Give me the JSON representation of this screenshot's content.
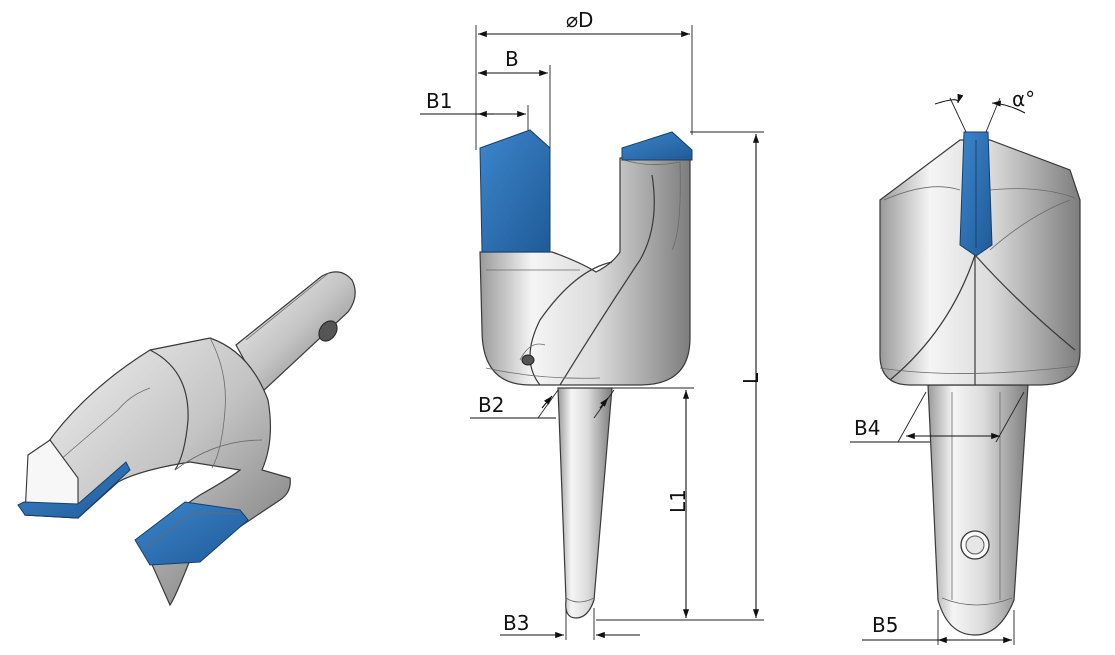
{
  "colors": {
    "carbide_insert": "#2a6fb3",
    "carbide_insert_dark": "#1d4f86",
    "steel_light": "#f2f2f2",
    "steel_mid": "#c9c9c9",
    "steel_dark": "#8a8a8a",
    "line": "#111111"
  },
  "labels": {
    "diameter": "⌀D",
    "b": "B",
    "b1": "B1",
    "b2": "B2",
    "b3": "B3",
    "b4": "B4",
    "b5": "B5",
    "l": "L",
    "l1": "L1",
    "alpha": "α°"
  }
}
